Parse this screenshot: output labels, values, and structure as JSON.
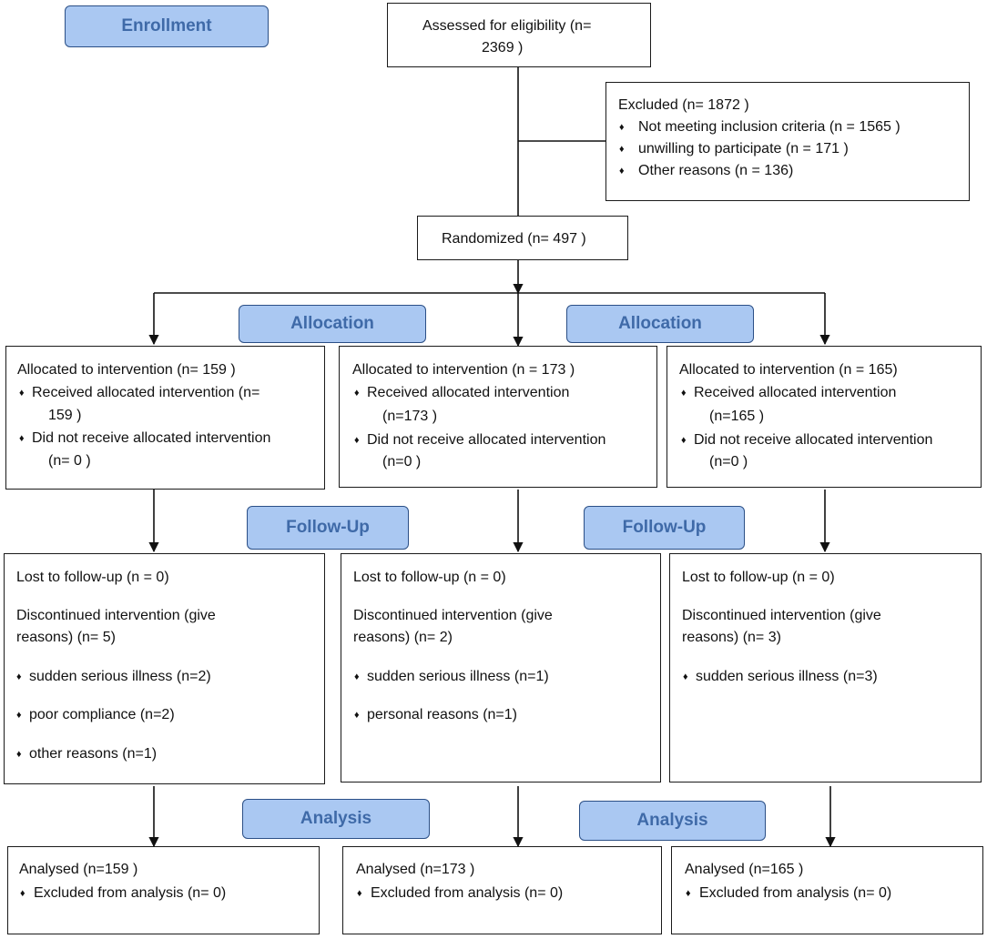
{
  "enrollment": {
    "label": "Enrollment",
    "assessed": [
      "Assessed for eligibility (n=",
      "2369 )"
    ],
    "excluded": {
      "title": "Excluded  (n=  1872 )",
      "items": [
        "Not meeting inclusion criteria (n = 1565 )",
        "unwilling to participate (n = 171  )",
        "Other reasons (n = 136)"
      ]
    },
    "randomized": "Randomized (n= 497 )"
  },
  "stage_labels": {
    "allocation": "Allocation",
    "follow_up": "Follow-Up",
    "analysis": "Analysis"
  },
  "bullet": "♦",
  "arms": [
    {
      "allocated": "Allocated to intervention (n= 159 )",
      "received": [
        "Received allocated intervention (n=",
        "159 )"
      ],
      "not_received": [
        "Did not receive allocated intervention",
        "(n= 0  )"
      ],
      "lost": "Lost to follow-up  (n = 0)",
      "discontinued": [
        "Discontinued intervention (give",
        "reasons) (n= 5)"
      ],
      "reasons": [
        "sudden serious illness (n=2)",
        "poor compliance (n=2)",
        "other reasons (n=1)"
      ],
      "analysed": "Analysed  (n=159  )",
      "excluded_analysis": "Excluded from analysis (n= 0)"
    },
    {
      "allocated": "Allocated to intervention (n = 173 )",
      "received": [
        "Received allocated intervention",
        "(n=173  )"
      ],
      "not_received": [
        "Did not receive allocated intervention",
        "(n=0 )"
      ],
      "lost": "Lost to follow-up  (n = 0)",
      "discontinued": [
        "Discontinued intervention (give",
        "reasons) (n= 2)"
      ],
      "reasons": [
        "sudden serious illness (n=1)",
        "personal reasons (n=1)"
      ],
      "analysed": "Analysed  (n=173  )",
      "excluded_analysis": "Excluded from analysis (n= 0)"
    },
    {
      "allocated": "Allocated to intervention (n =  165)",
      "received": [
        "Received allocated intervention",
        "(n=165  )"
      ],
      "not_received": [
        "Did not receive allocated intervention",
        "(n=0 )"
      ],
      "lost": "Lost to follow-up (n = 0)",
      "discontinued": [
        "Discontinued intervention (give",
        "reasons) (n= 3)"
      ],
      "reasons": [
        "sudden serious illness (n=3)"
      ],
      "analysed": "Analysed  (n=165  )",
      "excluded_analysis": "Excluded from analysis (n= 0)"
    }
  ]
}
